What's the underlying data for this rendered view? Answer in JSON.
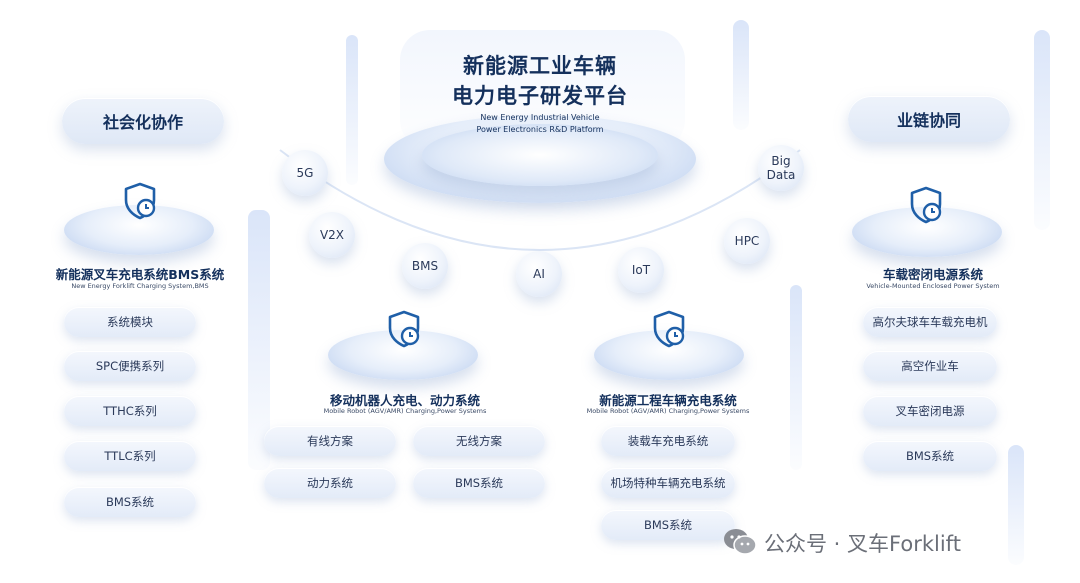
{
  "center": {
    "title_line1": "新能源工业车辆",
    "title_line2": "电力电子研发平台",
    "subtitle_line1": "New Energy Industrial Vehicle",
    "subtitle_line2": "Power Electronics R&D Platform"
  },
  "left_header": "社会化协作",
  "right_header": "业链协同",
  "tech_bubbles": [
    "5G",
    "V2X",
    "BMS",
    "AI",
    "IoT",
    "HPC",
    "Big Data"
  ],
  "systems": [
    {
      "title": "新能源叉车充电系统BMS系统",
      "subtitle": "New Energy Forklift Charging System,BMS",
      "items": [
        "系统模块",
        "SPC便携系列",
        "TTHC系列",
        "TTLC系列",
        "BMS系统"
      ]
    },
    {
      "title": "移动机器人充电、动力系统",
      "subtitle": "Mobile Robot (AGV/AMR) Charging,Power Systems",
      "items": [
        "有线方案",
        "无线方案",
        "动力系统",
        "BMS系统"
      ]
    },
    {
      "title": "新能源工程车辆充电系统",
      "subtitle": "Mobile Robot (AGV/AMR) Charging,Power Systems",
      "items": [
        "装载车充电系统",
        "机场特种车辆充电系统",
        "BMS系统"
      ]
    },
    {
      "title": "车载密闭电源系统",
      "subtitle": "Vehicle-Mounted Enclosed Power System",
      "items": [
        "高尔夫球车车载充电机",
        "高空作业车",
        "叉车密闭电源",
        "BMS系统"
      ]
    }
  ],
  "icon": "shield-clock-icon",
  "colors": {
    "accent": "#1f5fa8",
    "title": "#14305c",
    "pill_bg": "#e6edf8"
  },
  "watermark": "公众号 · 叉车Forklift"
}
